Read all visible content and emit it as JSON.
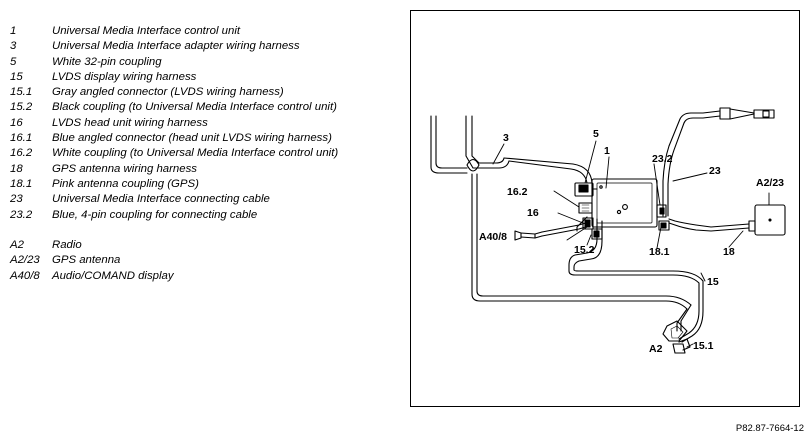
{
  "legend": {
    "items": [
      {
        "code": "1",
        "text": "Universal Media Interface control unit"
      },
      {
        "code": "3",
        "text": "Universal Media Interface adapter wiring harness"
      },
      {
        "code": "5",
        "text": "White 32-pin coupling"
      },
      {
        "code": "15",
        "text": "LVDS display wiring harness"
      },
      {
        "code": "15.1",
        "text": "Gray angled connector (LVDS wiring harness)"
      },
      {
        "code": "15.2",
        "text": "Black coupling (to Universal Media Interface control unit)"
      },
      {
        "code": "16",
        "text": "LVDS head unit wiring harness"
      },
      {
        "code": "16.1",
        "text": "Blue angled connector (head unit LVDS wiring harness)"
      },
      {
        "code": "16.2",
        "text": "White coupling (to Universal Media Interface control unit)"
      },
      {
        "code": "18",
        "text": "GPS antenna wiring harness"
      },
      {
        "code": "18.1",
        "text": "Pink antenna coupling (GPS)"
      },
      {
        "code": "23",
        "text": "Universal Media Interface connecting cable"
      },
      {
        "code": "23.2",
        "text": "Blue, 4-pin coupling for connecting cable"
      }
    ],
    "components": [
      {
        "code": "A2",
        "text": "Radio"
      },
      {
        "code": "A2/23",
        "text": "GPS antenna"
      },
      {
        "code": "A40/8",
        "text": "Audio/COMAND display"
      }
    ]
  },
  "diagram": {
    "callouts": {
      "c1": "1",
      "c3": "3",
      "c5": "5",
      "c15": "15",
      "c15_1": "15.1",
      "c15_2": "15.2",
      "c16": "16",
      "c16_2": "16.2",
      "c18": "18",
      "c18_1": "18.1",
      "c23": "23",
      "c23_2": "23.2",
      "cA2": "A2",
      "cA2_23": "A2/23",
      "cA40_8": "A40/8"
    },
    "figure_ref": "P82.87-7664-12"
  }
}
